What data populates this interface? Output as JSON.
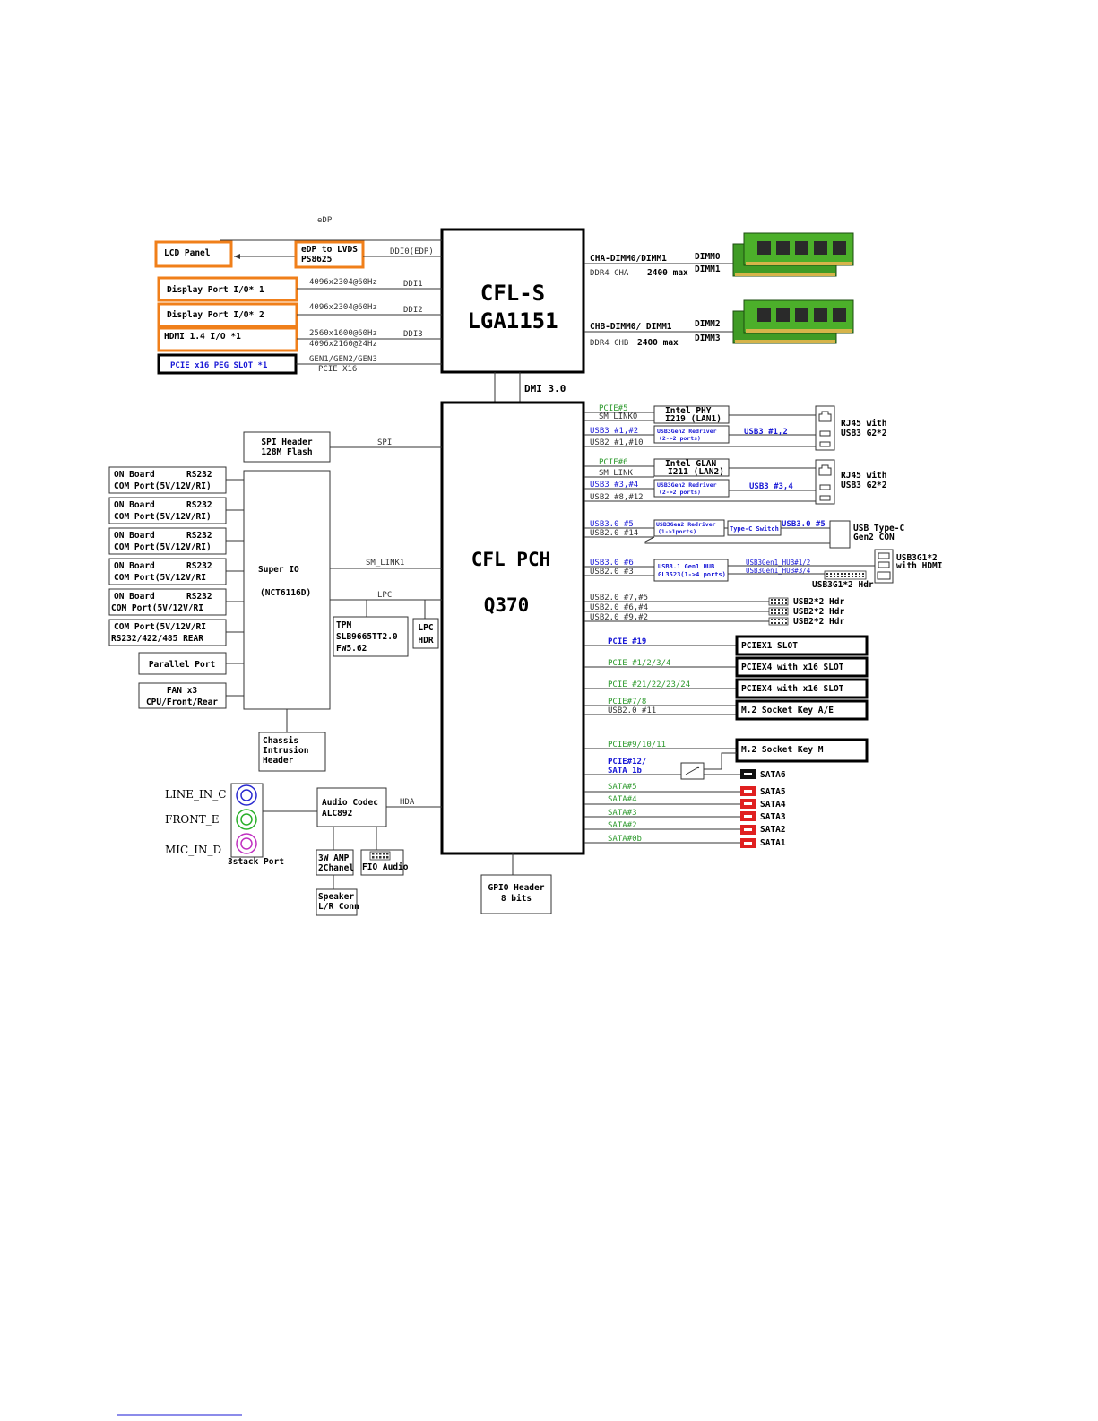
{
  "cpu": {
    "line1": "CFL-S",
    "line2": "LGA1151"
  },
  "pch": {
    "line1": "CFL PCH",
    "line2": "Q370"
  },
  "dmi": "DMI 3.0",
  "display": {
    "edp_top": "eDP",
    "lcd_panel": "LCD Panel",
    "edp_lvds_1": "eDP to LVDS",
    "edp_lvds_2": "PS8625",
    "ddi0": "DDI0(EDP)",
    "dp1": "Display Port I/O* 1",
    "dp1_res": "4096x2304@60Hz",
    "ddi1": "DDI1",
    "dp2": "Display Port I/O* 2",
    "dp2_res": "4096x2304@60Hz",
    "ddi2": "DDI2",
    "hdmi": "HDMI 1.4 I/O *1",
    "hdmi_res1": "2560x1600@60Hz",
    "hdmi_res2": "4096x2160@24Hz",
    "ddi3": "DDI3",
    "peg": "PCIE x16 PEG SLOT *1",
    "peg_gen": "GEN1/GEN2/GEN3",
    "peg_lanes": "PCIE X16"
  },
  "memory": {
    "cha_title": "CHA-DIMM0/DIMM1",
    "cha_ddr": "DDR4 CHA",
    "cha_max": "2400 max",
    "chb_title": "CHB-DIMM0/ DIMM1",
    "chb_ddr": "DDR4 CHB",
    "chb_max": "2400 max",
    "dimm0": "DIMM0",
    "dimm1": "DIMM1",
    "dimm2": "DIMM2",
    "dimm3": "DIMM3"
  },
  "left": {
    "spi_header_1": "SPI Header",
    "spi_header_2": "128M Flash",
    "spi": "SPI",
    "superio_1": "Super IO",
    "superio_2": "(NCT6116D)",
    "sm_link1": "SM_LINK1",
    "lpc": "LPC",
    "tpm_1": "TPM",
    "tpm_2": "SLB9665TT2.0",
    "tpm_3": "FW5.62",
    "lpc_hdr_1": "LPC",
    "lpc_hdr_2": "HDR",
    "com": [
      {
        "l1a": "ON Board",
        "l1b": "RS232",
        "l2": "COM Port(5V/12V/RI)"
      },
      {
        "l1a": "ON Board",
        "l1b": "RS232",
        "l2": "COM Port(5V/12V/RI)"
      },
      {
        "l1a": "ON Board",
        "l1b": "RS232",
        "l2": "COM Port(5V/12V/RI)"
      },
      {
        "l1a": "ON Board",
        "l1b": "RS232",
        "l2": "COM Port(5V/12V/RI"
      },
      {
        "l1a": "ON Board",
        "l1b": "RS232",
        "l2": "COM Port(5V/12V/RI"
      }
    ],
    "com_rear_1": "COM Port(5V/12V/RI",
    "com_rear_2": "RS232/422/485 REAR",
    "parallel": "Parallel Port",
    "fan_1": "FAN x3",
    "fan_2": "CPU/Front/Rear",
    "chassis_1": "Chassis",
    "chassis_2": "Intrusion",
    "chassis_3": "Header",
    "line_in": "LINE_IN_C",
    "front": "FRONT_E",
    "mic_in": "MIC_IN_D",
    "stack_port": "3stack Port",
    "audio_1": "Audio Codec",
    "audio_2": "ALC892",
    "hda": "HDA",
    "amp_1": "3W  AMP",
    "amp_2": "2Chanel",
    "fio": "FIO Audio",
    "speaker_1": "Speaker",
    "speaker_2": "L/R Conn",
    "gpio_1": "GPIO Header",
    "gpio_2": "8 bits"
  },
  "right": {
    "pcie5": "PCIE#5",
    "smlink0": "SM LINK0",
    "phy_1": "Intel PHY",
    "phy_2": "I219 (LAN1)",
    "usb3_12": "USB3 #1,#2",
    "redriver1_1": "USB3Gen2 Redriver",
    "redriver1_2": "(2->2 ports)",
    "usb3_12_out": "USB3 #1,2",
    "usb2_110": "USB2 #1,#10",
    "rj45_1a": "RJ45 with",
    "rj45_1b": "USB3 G2*2",
    "pcie6": "PCIE#6",
    "smlink": "SM LINK",
    "glan_1": "Intel GLAN",
    "glan_2": "I211 (LAN2)",
    "usb3_34": "USB3 #3,#4",
    "redriver2_1": "USB3Gen2 Redriver",
    "redriver2_2": "(2->2 ports)",
    "usb3_34_out": "USB3 #3,4",
    "usb2_812": "USB2 #8,#12",
    "rj45_2a": "RJ45 with",
    "rj45_2b": "USB3 G2*2",
    "usb30_5": "USB3.0 #5",
    "usb20_14": "USB2.0 #14",
    "redriver3_1": "USB3Gen2 Redriver",
    "redriver3_2": "(1->1ports)",
    "typec_switch": "Type-C Switch",
    "usb30_5_out": "USB3.0 #5",
    "typec_1": "USB Type-C",
    "typec_2": "Gen2 CON",
    "usb30_6": "USB3.0 #6",
    "usb20_3": "USB2.0 #3",
    "hub_1": "USB3.1 Gen1 HUB",
    "hub_2": "GL3523(1->4 ports)",
    "hub_out1": "USB3Gen1_HUB#1/2",
    "hub_out2": "USB3Gen1_HUB#3/4",
    "usb3g1_hdmi_1": "USB3G1*2",
    "usb3g1_hdmi_2": "with HDMI",
    "usb3g1_hdr": "USB3G1*2 Hdr",
    "usb2_75": "USB2.0 #7,#5",
    "usb2_64": "USB2.0 #6,#4",
    "usb2_92": "USB2.0 #9,#2",
    "usb2hdr": [
      "USB2*2 Hdr",
      "USB2*2 Hdr",
      "USB2*2 Hdr"
    ],
    "pcie19": "PCIE #19",
    "pciex1": "PCIEX1 SLOT",
    "pcie1234": "PCIE #1/2/3/4",
    "pciex4a": "PCIEX4 with x16 SLOT",
    "pcie21": "PCIE #21/22/23/24",
    "pciex4b": "PCIEX4 with x16 SLOT",
    "pcie78": "PCIE#7/8",
    "usb20_11": "USB2.0 #11",
    "m2ae": "M.2 Socket Key A/E",
    "pcie91011": "PCIE#9/10/11",
    "pcie12": "PCIE#12/",
    "sata1b": "SATA 1b",
    "m2m": "M.2 Socket Key M",
    "sata_lines": [
      "SATA#5",
      "SATA#4",
      "SATA#3",
      "SATA#2",
      "SATA#0b"
    ],
    "sata_ports": [
      "SATA6",
      "SATA5",
      "SATA4",
      "SATA3",
      "SATA2",
      "SATA1"
    ]
  },
  "colors": {
    "orange": "#f07f1a",
    "blue_text": "#1a1ad6",
    "green_text": "#2e9a2e",
    "dimm_green": "#4caf2a",
    "sata_red": "#e02020"
  }
}
